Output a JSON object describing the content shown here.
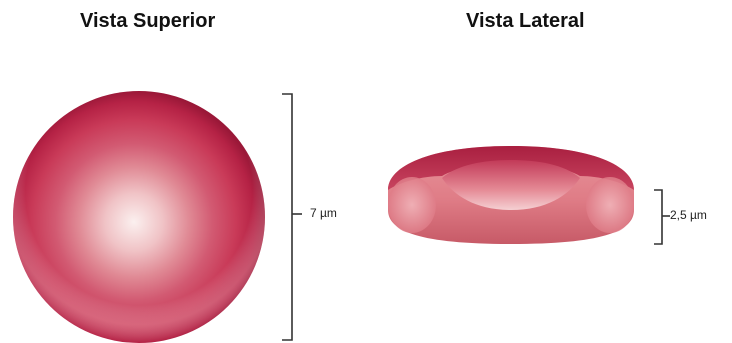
{
  "top_view": {
    "title": "Vista Superior"
  },
  "side_view": {
    "title": "Vista Lateral"
  },
  "measurements": {
    "diameter": "7  µm",
    "thickness": "2,5 µm"
  },
  "colors": {
    "cell_outer": "#c8284a",
    "cell_mid": "#d9576f",
    "cell_center": "#f6dfe0",
    "side_body": "#e07a84",
    "side_dark": "#b8314c",
    "bracket": "#333333"
  },
  "icons": [
    "red-blood-cell-top-view",
    "red-blood-cell-side-view",
    "dimension-bracket"
  ]
}
